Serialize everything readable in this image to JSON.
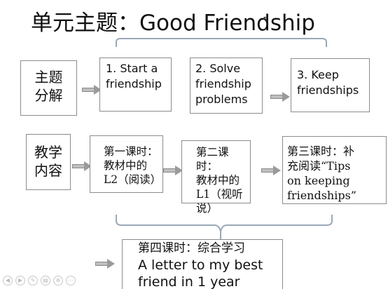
{
  "title": "单元主题：Good Friendship",
  "row1": {
    "label_line1": "主题",
    "label_line2": "分解",
    "boxes": [
      {
        "line1": "1. Start a",
        "line2": "friendship",
        "line3": ""
      },
      {
        "line1": "2. Solve",
        "line2": "friendship",
        "line3": "problems"
      },
      {
        "line1": "3. Keep",
        "line2": "friendships",
        "line3": ""
      }
    ]
  },
  "row2": {
    "label_line1": "教学",
    "label_line2": "内容",
    "boxes": [
      {
        "line1": "第一课时：",
        "line2": "教材中的",
        "line3": "L2（阅读）",
        "line4": ""
      },
      {
        "line1": "第二课时：",
        "line2": "教材中的",
        "line3": "L1（视听",
        "line4": "说）"
      },
      {
        "line1": "第三课时：补",
        "line2": "充阅读“Tips",
        "line3": "on keeping",
        "line4": "friendships”"
      }
    ]
  },
  "final": {
    "line1": "第四课时：综合学习",
    "line2": "A letter to my best",
    "line3": "friend in 1 year"
  },
  "colors": {
    "border": "#8c8c8c",
    "brace": "#9aa9b8",
    "arrow": "#9a9a9a"
  },
  "icons": [
    "prev-icon",
    "next-icon",
    "pen-icon",
    "slides-icon",
    "zoom-icon",
    "more-icon"
  ]
}
